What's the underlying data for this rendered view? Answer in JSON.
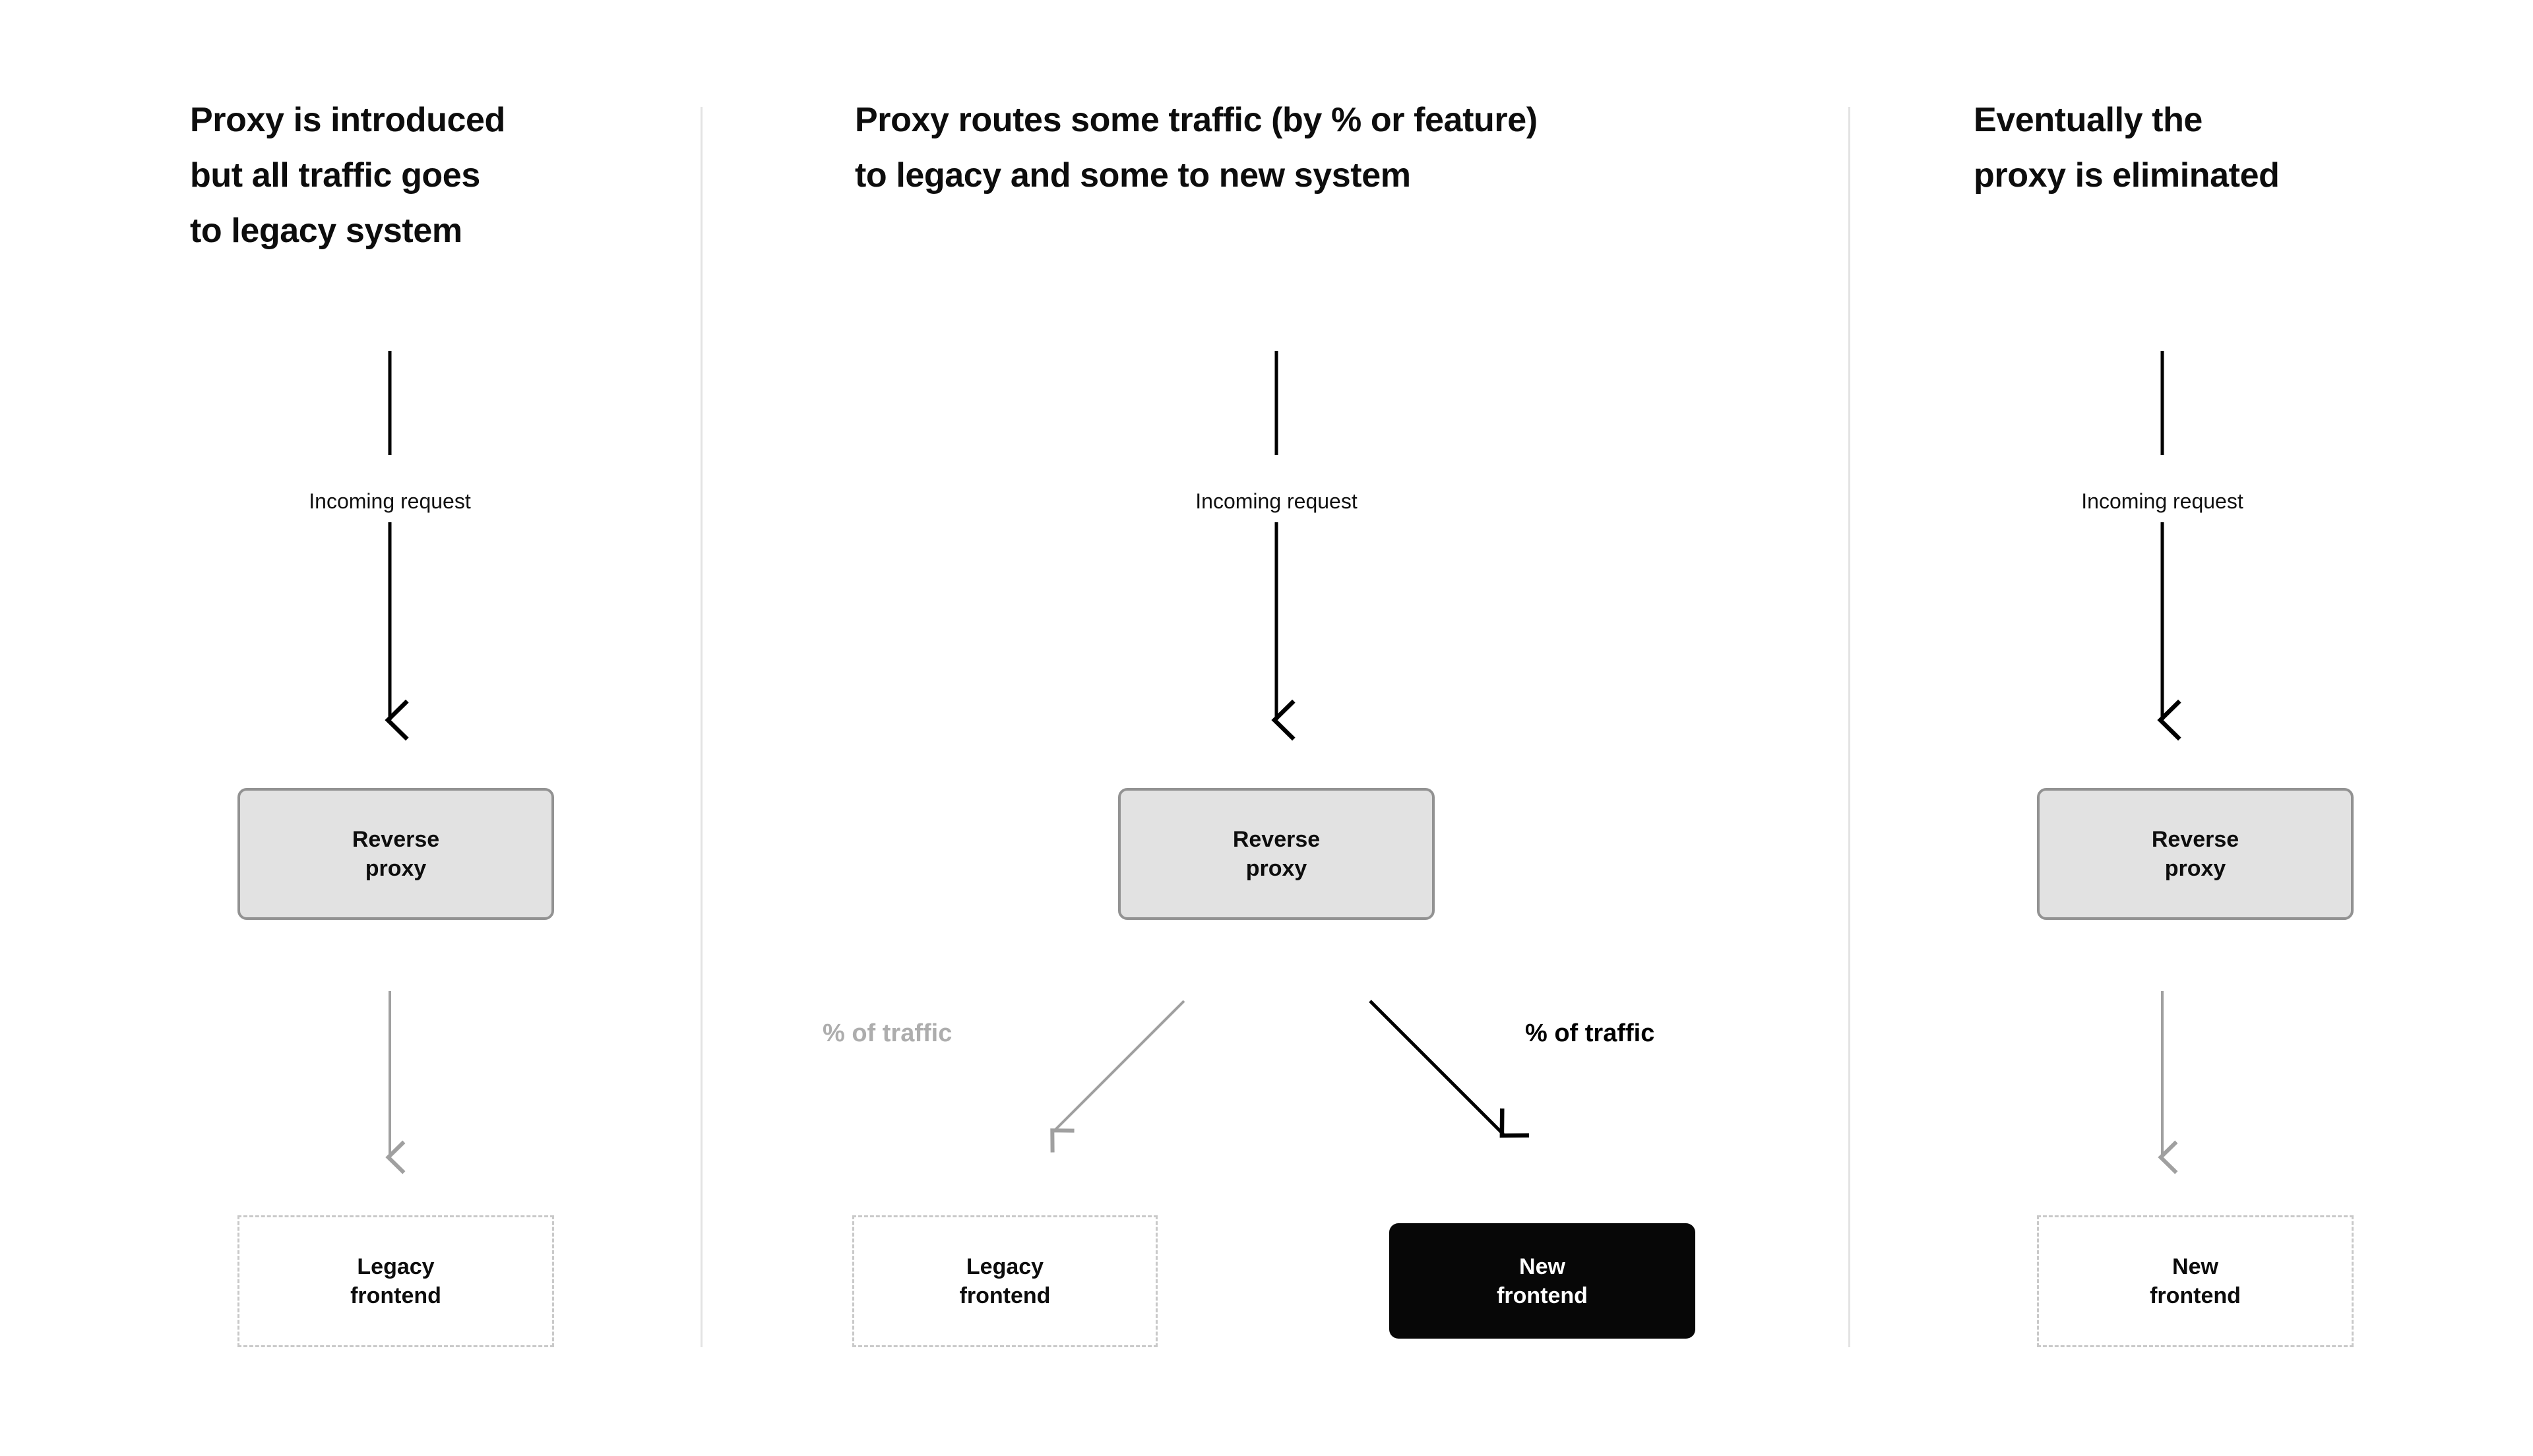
{
  "meta": {
    "background_color": "#ffffff",
    "divider_color": "#e3e3e3",
    "accent_dark": "#070707",
    "proxy_fill": "#e2e2e2",
    "proxy_border": "#929292",
    "dashed_border": "#c9c9c9",
    "muted_text": "#adadad"
  },
  "panels": [
    {
      "id": "panel-1",
      "title": "Proxy is introduced\nbut all traffic goes\nto legacy system",
      "incoming_label": "Incoming request",
      "proxy_box": "Reverse\nproxy",
      "target_box": "Legacy\nfrontend",
      "target_style": "dashed",
      "downstream_arrow_color": "#a0a0a0"
    },
    {
      "id": "panel-2",
      "title": "Proxy routes some traffic (by % or feature)\nto legacy and some to new system",
      "incoming_label": "Incoming request",
      "proxy_box": "Reverse\nproxy",
      "left_branch_label": "% of traffic",
      "right_branch_label": "% of traffic",
      "left_branch_color": "#a0a0a0",
      "right_branch_color": "#000000",
      "left_box": "Legacy\nfrontend",
      "left_box_style": "dashed",
      "right_box": "New\nfrontend",
      "right_box_style": "solid-dark"
    },
    {
      "id": "panel-3",
      "title": "Eventually the\nproxy is eliminated",
      "incoming_label": "Incoming request",
      "proxy_box": "Reverse\nproxy",
      "target_box": "New\nfrontend",
      "target_style": "dashed",
      "downstream_arrow_color": "#a0a0a0"
    }
  ]
}
